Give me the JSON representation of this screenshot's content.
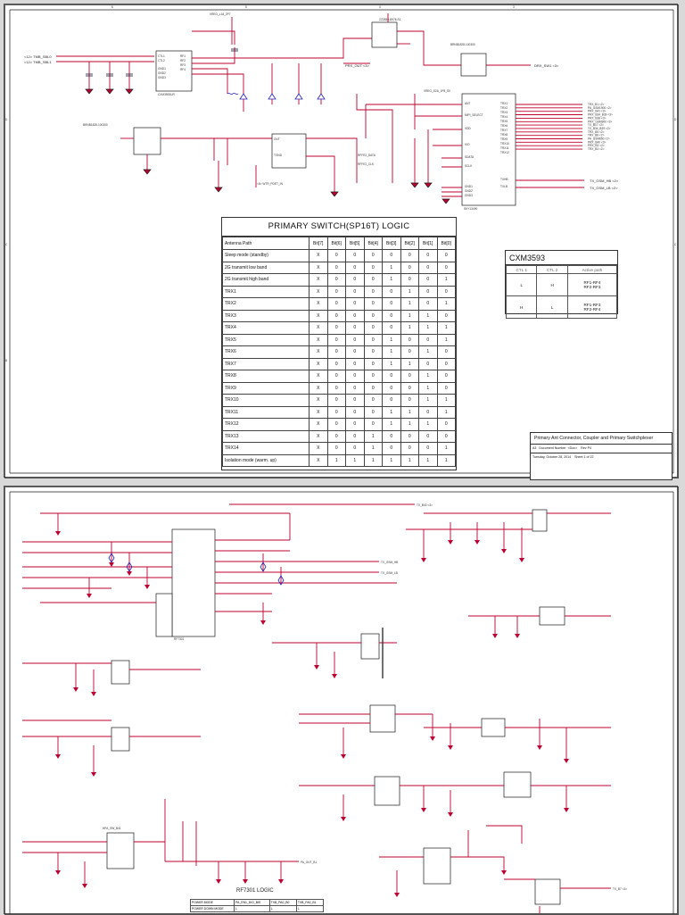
{
  "sheet1": {
    "title": "PRIMARY SWITCH(SP16T) LOGIC",
    "columns": [
      "Antenna Path",
      "Bit[7]",
      "Bit[6]",
      "Bit[5]",
      "Bit[4]",
      "Bit[3]",
      "Bit[2]",
      "Bit[1]",
      "Bit[0]"
    ],
    "rows": [
      [
        "Sleep mode (standby)",
        "X",
        "0",
        "0",
        "0",
        "0",
        "0",
        "0",
        "0"
      ],
      [
        "2G transmit low band",
        "X",
        "0",
        "0",
        "0",
        "1",
        "0",
        "0",
        "0"
      ],
      [
        "2G transmit high band",
        "X",
        "0",
        "0",
        "0",
        "1",
        "0",
        "0",
        "1"
      ],
      [
        "TRX1",
        "X",
        "0",
        "0",
        "0",
        "0",
        "1",
        "0",
        "0"
      ],
      [
        "TRX2",
        "X",
        "0",
        "0",
        "0",
        "0",
        "1",
        "0",
        "1"
      ],
      [
        "TRX3",
        "X",
        "0",
        "0",
        "0",
        "0",
        "1",
        "1",
        "0"
      ],
      [
        "TRX4",
        "X",
        "0",
        "0",
        "0",
        "0",
        "1",
        "1",
        "1"
      ],
      [
        "TRX5",
        "X",
        "0",
        "0",
        "0",
        "1",
        "0",
        "0",
        "1"
      ],
      [
        "TRX6",
        "X",
        "0",
        "0",
        "0",
        "1",
        "0",
        "1",
        "0"
      ],
      [
        "TRX7",
        "X",
        "0",
        "0",
        "0",
        "1",
        "1",
        "0",
        "0"
      ],
      [
        "TRX8",
        "X",
        "0",
        "0",
        "0",
        "0",
        "0",
        "1",
        "0"
      ],
      [
        "TRX9",
        "X",
        "0",
        "0",
        "0",
        "0",
        "0",
        "1",
        "0"
      ],
      [
        "TRX10",
        "X",
        "0",
        "0",
        "0",
        "0",
        "0",
        "1",
        "1"
      ],
      [
        "TRX11",
        "X",
        "0",
        "0",
        "0",
        "1",
        "1",
        "0",
        "1"
      ],
      [
        "TRX12",
        "X",
        "0",
        "0",
        "0",
        "1",
        "1",
        "1",
        "0"
      ],
      [
        "TRX13",
        "X",
        "0",
        "0",
        "1",
        "0",
        "0",
        "0",
        "0"
      ],
      [
        "TRX14",
        "X",
        "0",
        "0",
        "1",
        "0",
        "0",
        "0",
        "1"
      ],
      [
        "Isolation mode (warm. up)",
        "X",
        "1",
        "1",
        "1",
        "1",
        "1",
        "1",
        "1"
      ]
    ],
    "cxm": {
      "title": "CXM3593",
      "head": [
        "CTL 1",
        "CTL 2",
        "Active path"
      ],
      "rows": [
        [
          "L",
          "H",
          "RF1-RF4\nRF2-RF3"
        ],
        [
          "H",
          "L",
          "RF1-RF3\nRF2-RF4"
        ]
      ]
    },
    "title_block": {
      "title": "Primary Ant Connector, Coupler and Primary Switchplexer",
      "size": "A3",
      "doc_label": "Document Number",
      "doc": "<Doc>",
      "rev_label": "Rev",
      "rev": "P4",
      "date": "Tuesday, October 28, 2014",
      "sheet": "Sheet  1  of  22"
    },
    "labels": {
      "u101": "CXM3593UR",
      "u102": "SKY13490",
      "top_chip": "ZZ2850-B576-S1",
      "coupler": "BRNB1828-100300",
      "rf_in_1": "<12> TMB_SBL0",
      "rf_in_2": "<12> TMB_SBL1",
      "prx": "PRX_OUT <3>",
      "drx": "DRX_SW1 <3>",
      "trx_outs": [
        "TRX_B1 <2>",
        "PA_GSM1900 <2>",
        "PRX_B41 <3>",
        "PRX_B34_B39 <3>",
        "PRX_B38 <3>",
        "PRX_GSM900 <3>",
        "TX_B17 <2>",
        "TX_B34_B39 <2>",
        "TRX_B5 <2>",
        "TRX_B8 <2>",
        "PA_GSM850 <2>",
        "PRX_B40 <3>",
        "PRX_B3 <2>",
        "TRX_B3 <2>"
      ],
      "gsm_hb": "TX_GSM_HB <2>",
      "gsm_lb": "TX_GSM_LB <2>",
      "wtr": "<6> WTR_PDET_IN",
      "vreg": "VREG_L18_2P7",
      "vreg2": "VREG_S2A_1P8_S0"
    }
  },
  "sheet2": {
    "logic_title": "RF7301 LOGIC",
    "logic_rows": [
      [
        "POWER MODE",
        "PA_EN1_DIG_BIS",
        "TXB_PA0_B0",
        "TXB_PA0_B1"
      ],
      [
        "POWER DOWN MODE",
        "L",
        "L",
        "L"
      ]
    ],
    "labels": {
      "u_main": "RF7301",
      "tx_b40": "TX_B40 <3>",
      "tx_gsm_hb": "TX_GSM_HB",
      "tx_gsm_lb": "TX_GSM_LB",
      "pa_out": "PA_OUT_B1",
      "sw": "HPA_SW_B41",
      "b7_tx": "TX_B7 <3>"
    }
  }
}
